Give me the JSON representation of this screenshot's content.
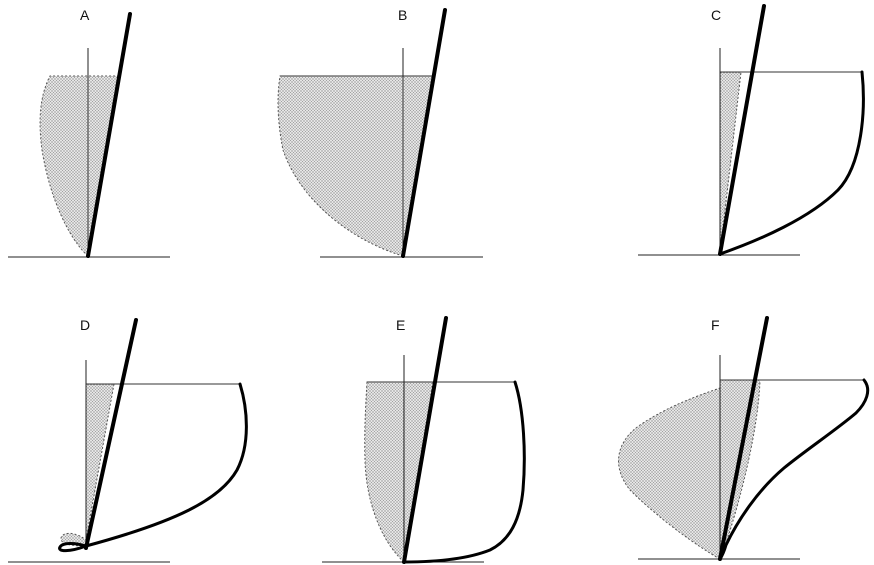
{
  "panels": [
    {
      "id": "A",
      "label": "A"
    },
    {
      "id": "B",
      "label": "B"
    },
    {
      "id": "C",
      "label": "C"
    },
    {
      "id": "D",
      "label": "D"
    },
    {
      "id": "E",
      "label": "E"
    },
    {
      "id": "F",
      "label": "F"
    }
  ],
  "colors": {
    "stroke": "#000000",
    "shading": "#9a9a9a",
    "background": "#ffffff"
  }
}
